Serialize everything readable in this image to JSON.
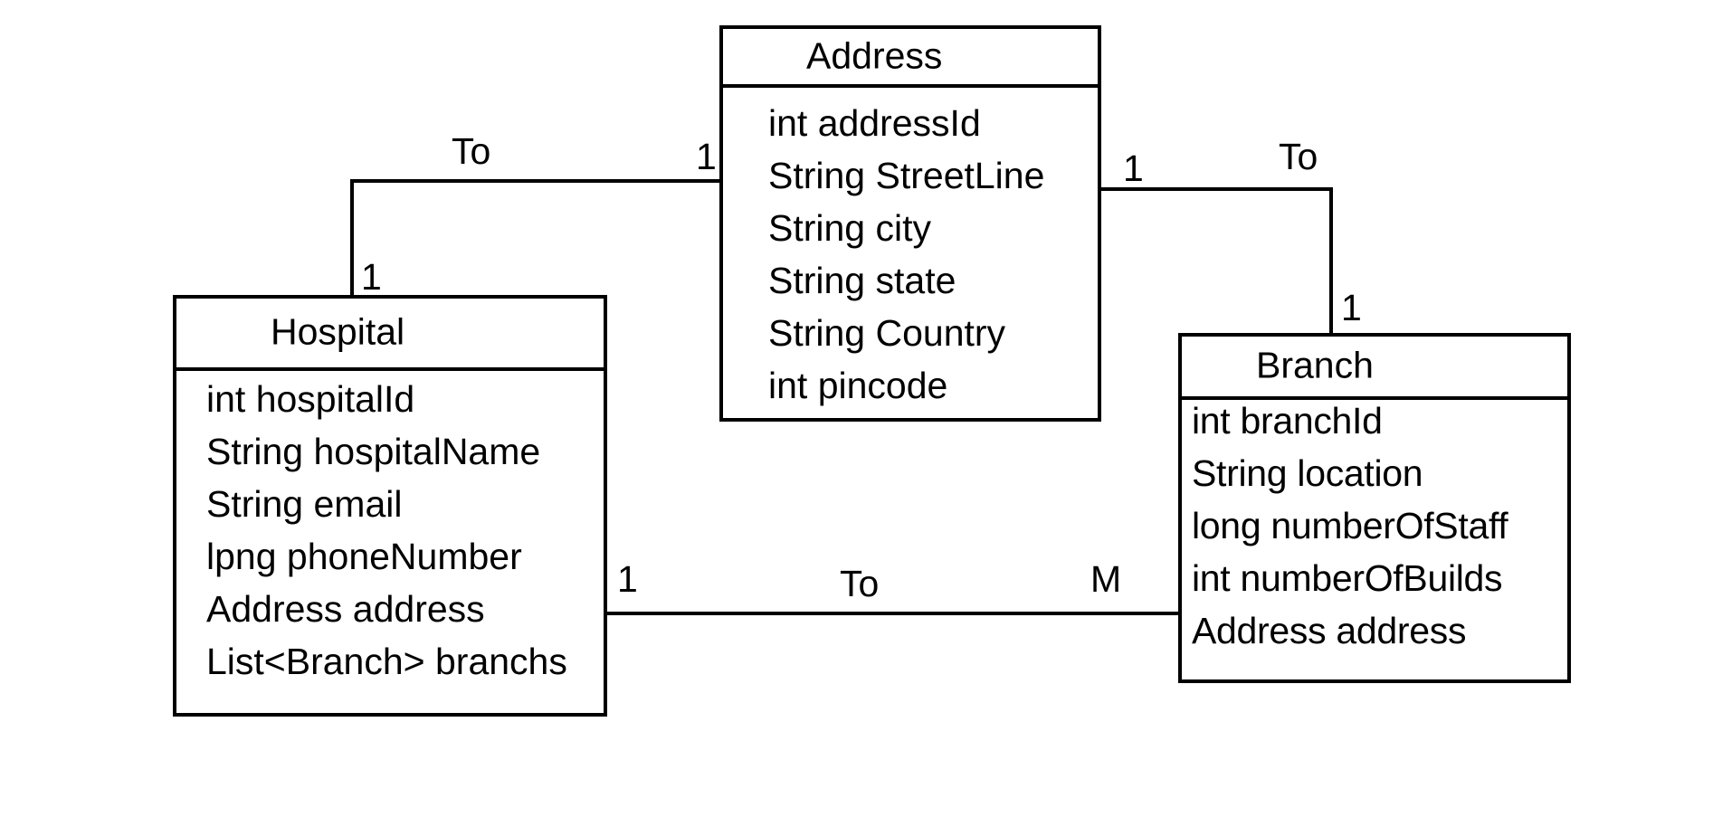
{
  "address": {
    "title": "Address",
    "fields": [
      "int addressId",
      "String StreetLine",
      "String city",
      "String state",
      "String Country",
      "int pincode"
    ]
  },
  "hospital": {
    "title": "Hospital",
    "fields": [
      "int hospitalId",
      "String hospitalName",
      "String email",
      "lpng phoneNumber",
      "Address address",
      "List<Branch> branchs"
    ]
  },
  "branch": {
    "title": "Branch",
    "fields": [
      "int branchId",
      "String location",
      "long numberOfStaff",
      "int numberOfBuilds",
      "Address address"
    ]
  },
  "relations": {
    "hospital_address": {
      "label": "To",
      "hospital_end": "1",
      "address_end": "1"
    },
    "address_branch": {
      "label": "To",
      "address_end": "1",
      "branch_end": "1"
    },
    "hospital_branch": {
      "label": "To",
      "hospital_end": "1",
      "branch_end": "M"
    }
  }
}
